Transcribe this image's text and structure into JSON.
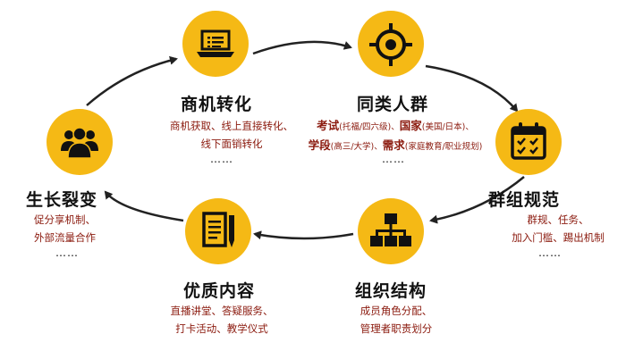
{
  "nodes": {
    "biz": {
      "title": "商机转化",
      "lines": [
        "商机获取、线上直接转化、",
        "线下面销转化"
      ],
      "dots": "……"
    },
    "same": {
      "title": "同类人群",
      "line1": {
        "k1": "考试",
        "n1": "(托福/四六级)、",
        "k2": "国家",
        "n2": "(美国/日本)、"
      },
      "line2": {
        "k1": "学段",
        "n1": "(高三/大学)、",
        "k2": "需求",
        "n2": "(家庭教育/职业规划)"
      },
      "dots": "……"
    },
    "group": {
      "title": "群组规范",
      "lines": [
        "群规、任务、",
        "加入门槛、踢出机制"
      ],
      "dots": "……"
    },
    "struct": {
      "title": "组织结构",
      "lines": [
        "成员角色分配、",
        "管理者职责划分"
      ]
    },
    "content": {
      "title": "优质内容",
      "lines": [
        "直播讲堂、答疑服务、",
        "打卡活动、教学仪式"
      ]
    },
    "grow": {
      "title": "生长裂变",
      "lines": [
        "促分享机制、",
        "外部流量合作"
      ],
      "dots": "……"
    }
  },
  "colors": {
    "accent": "#f5b915",
    "desc_text": "#8b1a0e",
    "title_text": "#111111",
    "ring": "#222222"
  },
  "icons": [
    "laptop-icon",
    "target-icon",
    "calendar-icon",
    "hierarchy-icon",
    "document-pen-icon",
    "people-icon"
  ]
}
